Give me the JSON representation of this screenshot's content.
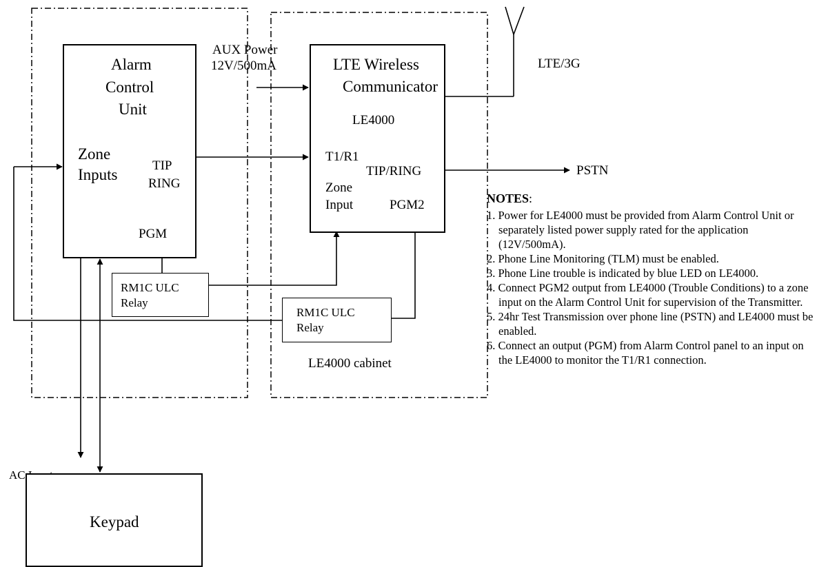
{
  "diagram": {
    "alarm_control_unit": {
      "title_lines": [
        "Alarm",
        "Control",
        "Unit"
      ],
      "zone_inputs_lines": [
        "Zone",
        "Inputs"
      ],
      "tip_ring_lines": [
        "TIP",
        "RING"
      ],
      "pgm": "PGM"
    },
    "aux_power": {
      "lines": [
        "AUX Power",
        "12V/500mA"
      ]
    },
    "communicator": {
      "title_lines": [
        "LTE Wireless",
        "Communicator"
      ],
      "model": "LE4000",
      "t1r1": "T1/R1",
      "tip_ring": "TIP/RING",
      "zone_input_lines": [
        "Zone",
        "Input"
      ],
      "pgm2": "PGM2"
    },
    "antenna_label": "LTE/3G",
    "pstn": "PSTN",
    "relay_left": {
      "lines": [
        "RM1C ULC",
        "Relay"
      ]
    },
    "relay_right": {
      "lines": [
        "RM1C ULC",
        "Relay"
      ]
    },
    "cabinet_label": "LE4000 cabinet",
    "ac_input": "AC Input",
    "keypad": "Keypad"
  },
  "notes": {
    "heading": "NOTES",
    "heading_suffix": ":",
    "items": [
      "1. Power for LE4000 must be provided from Alarm Control Unit or separately listed power supply rated for the application (12V/500mA).",
      "2.  Phone Line Monitoring (TLM) must be enabled.",
      "3.  Phone Line trouble is indicated by blue LED on LE4000.",
      "4. Connect PGM2 output from LE4000 (Trouble Conditions) to a zone input on the Alarm Control Unit for supervision of the Transmitter.",
      "5. 24hr Test Transmission over phone line (PSTN) and LE4000 must be enabled.",
      "6. Connect an output (PGM) from Alarm Control panel to an input on the LE4000 to monitor the T1/R1 connection."
    ]
  }
}
